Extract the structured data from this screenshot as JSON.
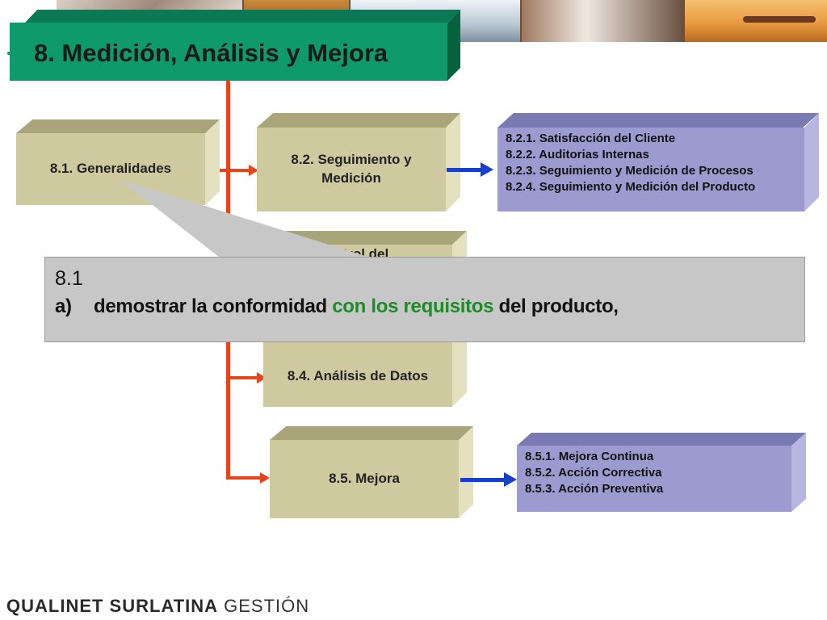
{
  "title": "8. Medición, Análisis y Mejora",
  "boxes": {
    "generalidades": "8.1.  Generalidades",
    "seguimiento_l1": "8.2. Seguimiento y",
    "seguimiento_l2": "Medición",
    "control_partial": "...ntrol del",
    "analisis": "8.4. Análisis de Datos",
    "mejora": "8.5. Mejora"
  },
  "detail_82": [
    "8.2.1. Satisfacción del Cliente",
    "8.2.2. Auditorias Internas",
    "8.2.3. Seguimiento y Medición de Procesos",
    "8.2.4. Seguimiento y Medición del Producto"
  ],
  "detail_85": [
    "8.5.1. Mejora Continua",
    "8.5.2. Acción Correctiva",
    "8.5.3. Acción Preventiva"
  ],
  "callout": {
    "line1": "8.1",
    "item_num": "a)",
    "text_before": "demostrar la conformidad ",
    "text_highlight": "con los requisitos",
    "text_after": " del producto,"
  },
  "footer": {
    "part1": "QUALINET SURLATINA",
    "part2": " GESTIÓN"
  },
  "colors": {
    "title_green": "#0e9a6a",
    "connector_red": "#e8441c",
    "arrow_blue": "#1a3fc8",
    "box_tan": "#cfc9a0",
    "box_purple": "#9b9bd0",
    "highlight_green": "#1f8a2a"
  }
}
